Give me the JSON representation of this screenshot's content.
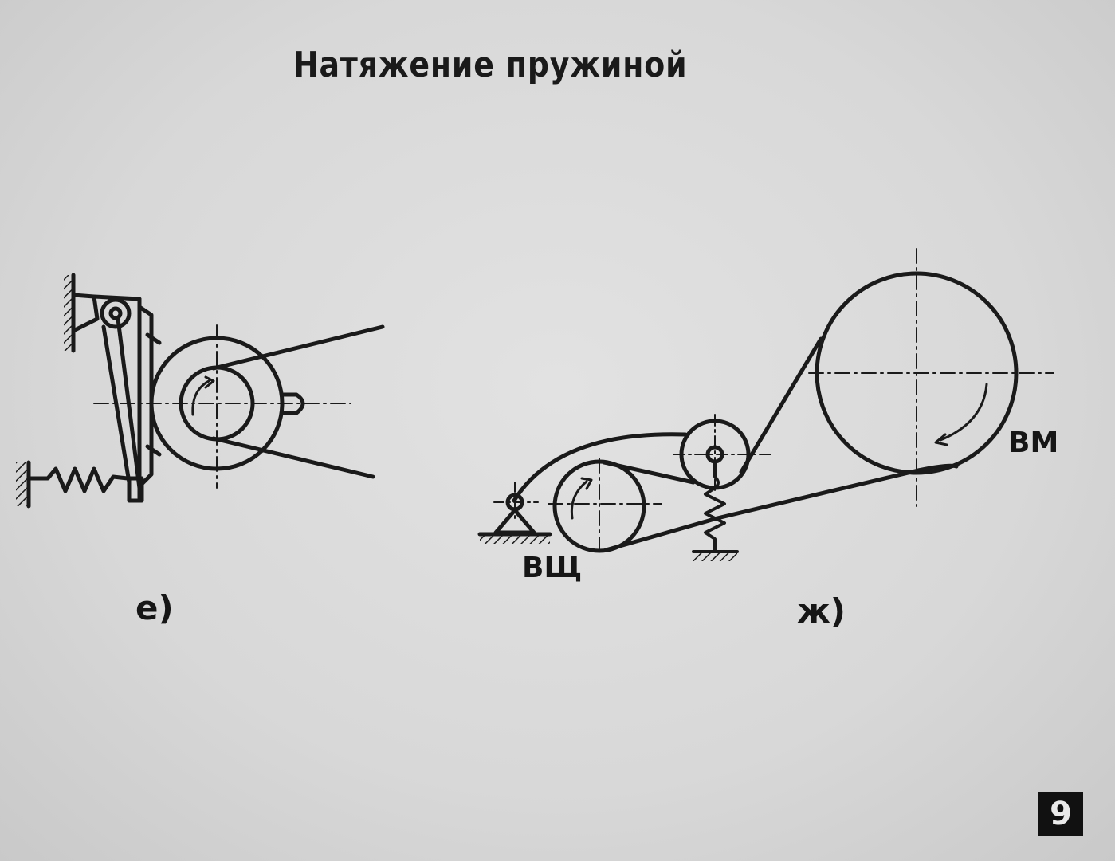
{
  "title": "Натяжение пружиной",
  "figures": {
    "e": {
      "label": "е)"
    },
    "zh": {
      "label": "ж)",
      "drive_pulley_label": "ВЩ",
      "driven_pulley_label": "ВМ"
    }
  },
  "page_number": "9"
}
